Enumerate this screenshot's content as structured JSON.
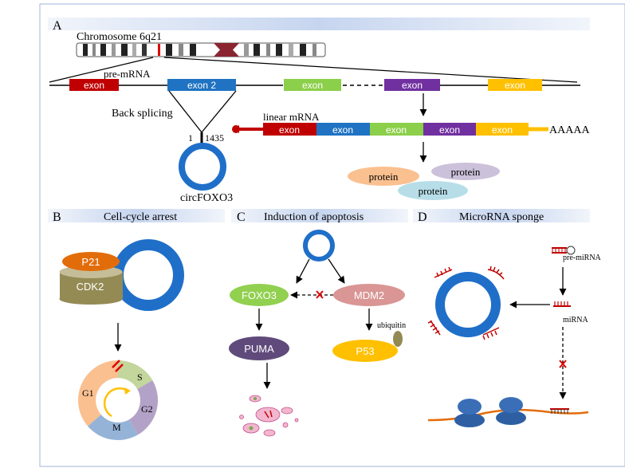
{
  "colors": {
    "exon_red": "#c00000",
    "exon_blue": "#1f73c2",
    "exon_green": "#8ccf4a",
    "exon_purple": "#7030a0",
    "exon_yellow": "#ffc000",
    "circ_blue": "#1f6fc9",
    "header_band": "#c6d5ef",
    "p21_orange": "#e36c0a",
    "cdk2_olive": "#948a54",
    "foxo3_green": "#92d050",
    "mdm2_rose": "#d99694",
    "puma_purple": "#604a7b",
    "p53_yellow": "#ffc000",
    "mirna_red": "#c00000",
    "ribosome_blue": "#2e5fa3",
    "mrna_orange": "#e46c0a"
  },
  "panelA": {
    "label": "A",
    "chromosome_label": "Chromosome 6q21",
    "pre_mrna_label": "pre-mRNA",
    "exons": [
      "exon",
      "exon 2",
      "exon",
      "exon",
      "exon"
    ],
    "back_splicing": "Back splicing",
    "junction_left": "1",
    "junction_right": "1435",
    "circ_label": "circFOXO3",
    "linear_mrna_label": "linear  mRNA",
    "mature_exons": [
      "exon",
      "exon",
      "exon",
      "exon",
      "exon"
    ],
    "polya": "AAAAA",
    "proteins": [
      "protein",
      "protein",
      "protein"
    ]
  },
  "panelB": {
    "label": "B",
    "title": "Cell-cycle arrest",
    "p21": "P21",
    "cdk2": "CDK2",
    "phases": [
      "S",
      "G2",
      "M",
      "G1"
    ]
  },
  "panelC": {
    "label": "C",
    "title": "Induction of apoptosis",
    "foxo3": "FOXO3",
    "mdm2": "MDM2",
    "puma": "PUMA",
    "p53": "P53",
    "ubiquitin": "ubiquitin"
  },
  "panelD": {
    "label": "D",
    "title": "MicroRNA sponge",
    "pre_mirna": "pre-miRNA",
    "mirna": "miRNA"
  }
}
